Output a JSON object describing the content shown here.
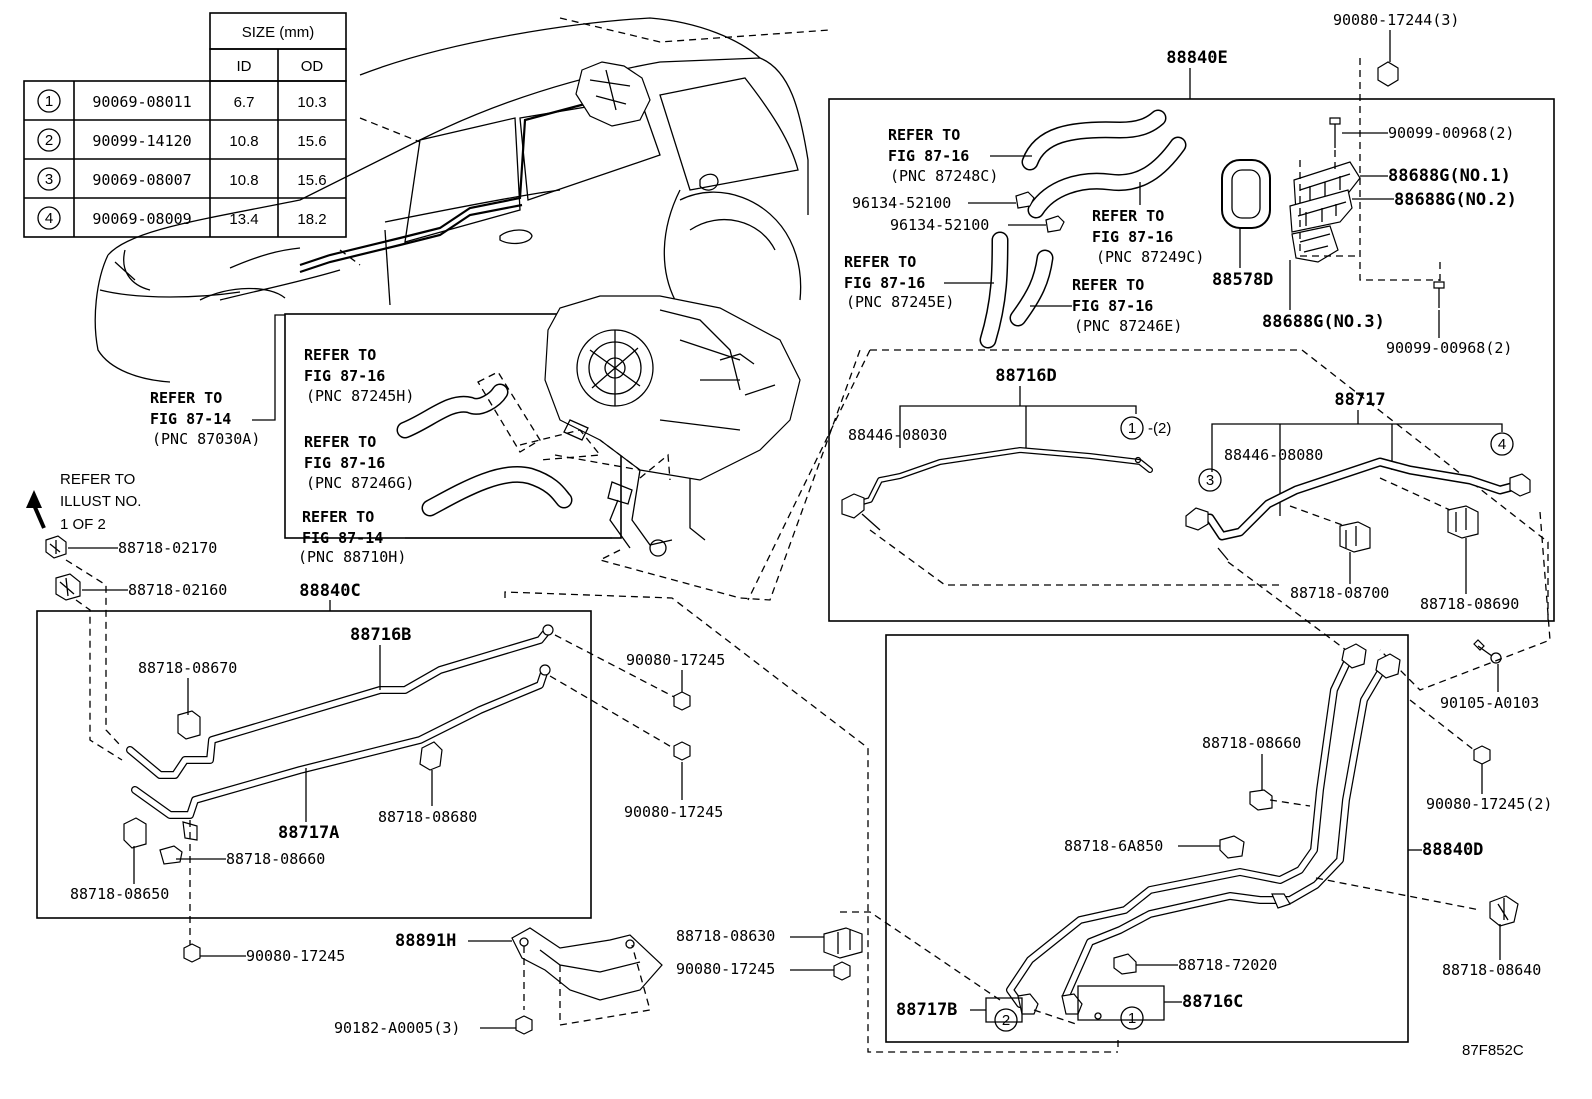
{
  "size_table": {
    "header_size": "SIZE (mm)",
    "header_id": "ID",
    "header_od": "OD",
    "rows": [
      {
        "num": "1",
        "part": "90069-08011",
        "id": "6.7",
        "od": "10.3"
      },
      {
        "num": "2",
        "part": "90099-14120",
        "id": "10.8",
        "od": "15.6"
      },
      {
        "num": "3",
        "part": "90069-08007",
        "id": "10.8",
        "od": "15.6"
      },
      {
        "num": "4",
        "part": "90069-08009",
        "id": "13.4",
        "od": "18.2"
      }
    ]
  },
  "refer_car": {
    "l1": "REFER TO",
    "l2": "FIG 87-14",
    "l3": "(PNC 87030A)"
  },
  "refer_illust": {
    "l1": "REFER TO",
    "l2": "ILLUST NO.",
    "l3": "1 OF 2"
  },
  "unit_refs": [
    {
      "l1": "REFER TO",
      "l2": "FIG 87-16",
      "l3": "(PNC 87245H)"
    },
    {
      "l1": "REFER TO",
      "l2": "FIG 87-16",
      "l3": "(PNC 87246G)"
    },
    {
      "l1": "REFER TO",
      "l2": "FIG 87-14",
      "l3": "(PNC 88710H)"
    }
  ],
  "box_e": {
    "title": "88840E",
    "refs": [
      {
        "l1": "REFER TO",
        "l2": "FIG 87-16",
        "l3": "(PNC 87248C)"
      },
      {
        "l1": "REFER TO",
        "l2": "FIG 87-16",
        "l3": "(PNC 87249C)"
      },
      {
        "l1": "REFER TO",
        "l2": "FIG 87-16",
        "l3": "(PNC 87245E)"
      },
      {
        "l1": "REFER TO",
        "l2": "FIG 87-16",
        "l3": "(PNC 87246E)"
      }
    ],
    "clamp_a": "96134-52100",
    "clamp_b": "96134-52100",
    "gasket": "88578D",
    "no1": "88688G(NO.1)",
    "no2": "88688G(NO.2)",
    "no3": "88688G(NO.3)",
    "screw_top": "90099-00968(2)",
    "screw_bottom": "90099-00968(2)",
    "tube_d": "88716D",
    "tube_d_pipe": "88446-08030",
    "tube_d_ring": "1",
    "tube_d_ring_qty": "-(2)",
    "tube_17": "88717",
    "tube_17_pipe": "88446-08080",
    "tube_17_ring3": "3",
    "tube_17_ring4": "4",
    "clamp_700": "88718-08700",
    "clamp_690": "88718-08690"
  },
  "top_nut": "90080-17244(3)",
  "clip_2170": "88718-02170",
  "clip_2160": "88718-02160",
  "box_c": {
    "title": "88840C",
    "tube_b": "88716B",
    "tube_a": "88717A",
    "c670": "88718-08670",
    "c680": "88718-08680",
    "c660": "88718-08660",
    "c650": "88718-08650"
  },
  "nut_245_a": "90080-17245",
  "nut_245_b": "90080-17245",
  "nut_245_c": "90080-17245",
  "nut_245_d": "90080-17245",
  "bolt_a0103": "90105-A0103",
  "nut_245_2": "90080-17245(2)",
  "cover": "88891H",
  "bolt_a0005": "90182-A0005(3)",
  "c630": "88718-08630",
  "box_d": {
    "title": "88840D",
    "c660": "88718-08660",
    "c6a850": "88718-6A850",
    "c72020": "88718-72020",
    "c640": "88718-08640",
    "tube_b17": "88717B",
    "tube_c16": "88716C",
    "ring2": "2",
    "ring1": "1"
  },
  "fig_code": "87F852C"
}
